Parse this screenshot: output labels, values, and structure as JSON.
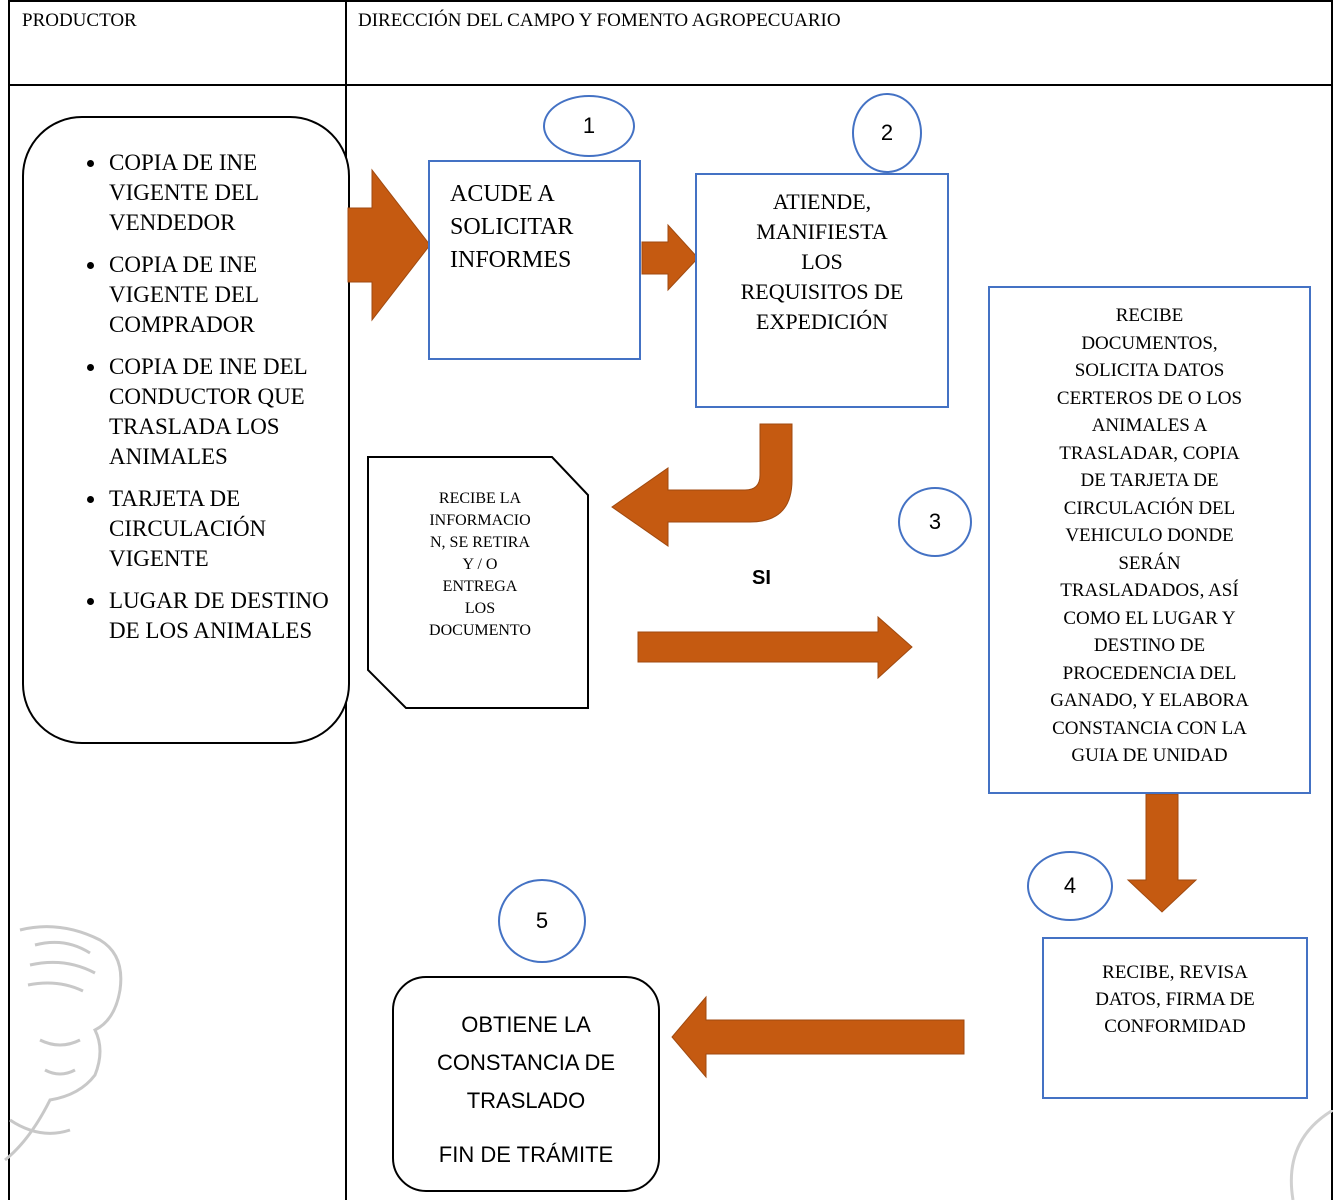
{
  "header": {
    "left_title": "PRODUCTOR",
    "right_title": "DIRECCIÓN DEL CAMPO Y  FOMENTO AGROPECUARIO"
  },
  "requirements": [
    "COPIA DE INE VIGENTE DEL VENDEDOR",
    "COPIA DE INE VIGENTE DEL COMPRADOR",
    "COPIA DE INE DEL CONDUCTOR QUE TRASLADA LOS ANIMALES",
    "TARJETA DE CIRCULACIÓN VIGENTE",
    "LUGAR DE DESTINO DE LOS ANIMALES"
  ],
  "steps": {
    "s1": {
      "num": "1",
      "lines": [
        "ACUDE A",
        "SOLICITAR",
        "INFORMES"
      ]
    },
    "s2": {
      "num": "2",
      "lines": [
        "ATIENDE,",
        "MANIFIESTA",
        "LOS",
        "REQUISITOS DE",
        "EXPEDICIÓN"
      ]
    },
    "doc": {
      "lines": [
        "RECIBE LA",
        "INFORMACIO",
        "N, SE RETIRA",
        "Y / O",
        "ENTREGA",
        "LOS",
        "DOCUMENTO"
      ]
    },
    "s3": {
      "num": "3",
      "lines": [
        "RECIBE",
        "DOCUMENTOS,",
        "SOLICITA DATOS",
        "CERTEROS DE O LOS",
        "ANIMALES A",
        "TRASLADAR, COPIA",
        "DE TARJETA DE",
        "CIRCULACIÓN DEL",
        "VEHICULO DONDE",
        "SERÁN",
        "TRASLADADOS, ASÍ",
        "COMO EL LUGAR Y",
        "DESTINO DE",
        "PROCEDENCIA DEL",
        "GANADO, Y ELABORA",
        "CONSTANCIA CON LA",
        "GUIA DE UNIDAD"
      ]
    },
    "s4": {
      "num": "4",
      "lines": [
        "RECIBE, REVISA",
        "DATOS, FIRMA DE",
        "CONFORMIDAD"
      ]
    },
    "s5": {
      "num": "5",
      "lines": [
        "OBTIENE LA",
        "CONSTANCIA DE",
        "TRASLADO"
      ],
      "end_label": "FIN DE TRÁMITE"
    }
  },
  "si_label": "SI",
  "colors": {
    "arrow": "#C55A11",
    "box_border": "#4472C4",
    "line": "#000000"
  }
}
